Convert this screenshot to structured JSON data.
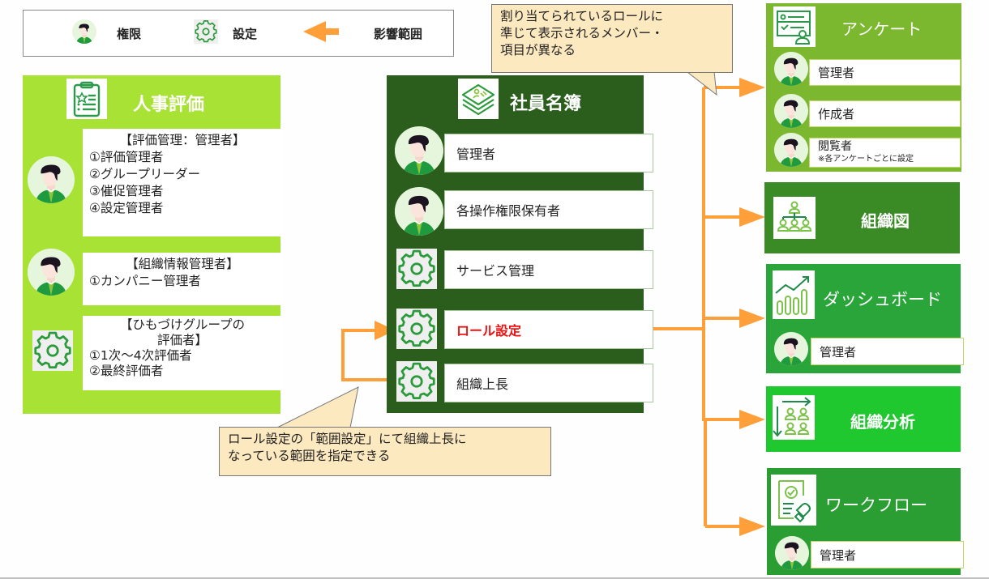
{
  "legend": {
    "permission_label": "権限",
    "setting_label": "設定",
    "impact_label": "影響範囲",
    "items": [
      {
        "icon": "user-avatar-icon",
        "label": "権限"
      },
      {
        "icon": "gear-icon",
        "label": "設定"
      },
      {
        "icon": "orange-arrow-icon",
        "label": "影響範囲"
      }
    ]
  },
  "colors": {
    "hr_panel": "#a8e234",
    "employee_panel": "#2b5e1c",
    "survey_panel": "#7cb82f",
    "orgchart_panel": "#3a8a25",
    "dashboard_panel": "#2aa53a",
    "org_analysis_panel": "#1ec82e",
    "workflow_panel": "#2b9e33",
    "arrow": "#ff9f3a",
    "highlight_text": "#ee1111",
    "callout_bg": "#fde9c0"
  },
  "hr_evaluation": {
    "title": "人事評価",
    "groups": [
      {
        "icon": "user-avatar-icon",
        "heading": "【評価管理：管理者】",
        "lines": [
          "①評価管理者",
          "②グループリーダー",
          "③催促管理者",
          "④設定管理者"
        ]
      },
      {
        "icon": "user-avatar-icon",
        "heading": "【組織情報管理者】",
        "lines": [
          "①カンパニー管理者"
        ]
      },
      {
        "icon": "gear-icon",
        "heading_line1": "【ひもづけグループの",
        "heading_line2": "評価者】",
        "lines": [
          "①1次～4次評価者",
          "②最終評価者"
        ]
      }
    ]
  },
  "employee_directory": {
    "title": "社員名簿",
    "items": [
      {
        "icon": "user-avatar-icon",
        "label": "管理者"
      },
      {
        "icon": "user-avatar-icon",
        "label": "各操作権限保有者"
      },
      {
        "icon": "gear-icon",
        "label": "サービス管理"
      },
      {
        "icon": "gear-icon",
        "label": "ロール設定",
        "highlight": true
      },
      {
        "icon": "gear-icon",
        "label": "組織上長"
      }
    ]
  },
  "callouts": {
    "top": [
      "割り当てられているロールに",
      "準じて表示されるメンバー・",
      "項目が異なる"
    ],
    "bottom": [
      "ロール設定の「範囲設定」にて組織上長に",
      "なっている範囲を指定できる"
    ]
  },
  "targets": {
    "survey": {
      "title": "アンケート",
      "items": [
        {
          "label": "管理者"
        },
        {
          "label": "作成者"
        },
        {
          "label": "閲覧者",
          "note": "※各アンケートごとに設定"
        }
      ]
    },
    "org_chart": {
      "title": "組織図"
    },
    "dashboard": {
      "title": "ダッシュボード",
      "items": [
        {
          "label": "管理者"
        }
      ]
    },
    "org_analysis": {
      "title": "組織分析"
    },
    "workflow": {
      "title": "ワークフロー",
      "items": [
        {
          "label": "管理者"
        }
      ]
    }
  }
}
